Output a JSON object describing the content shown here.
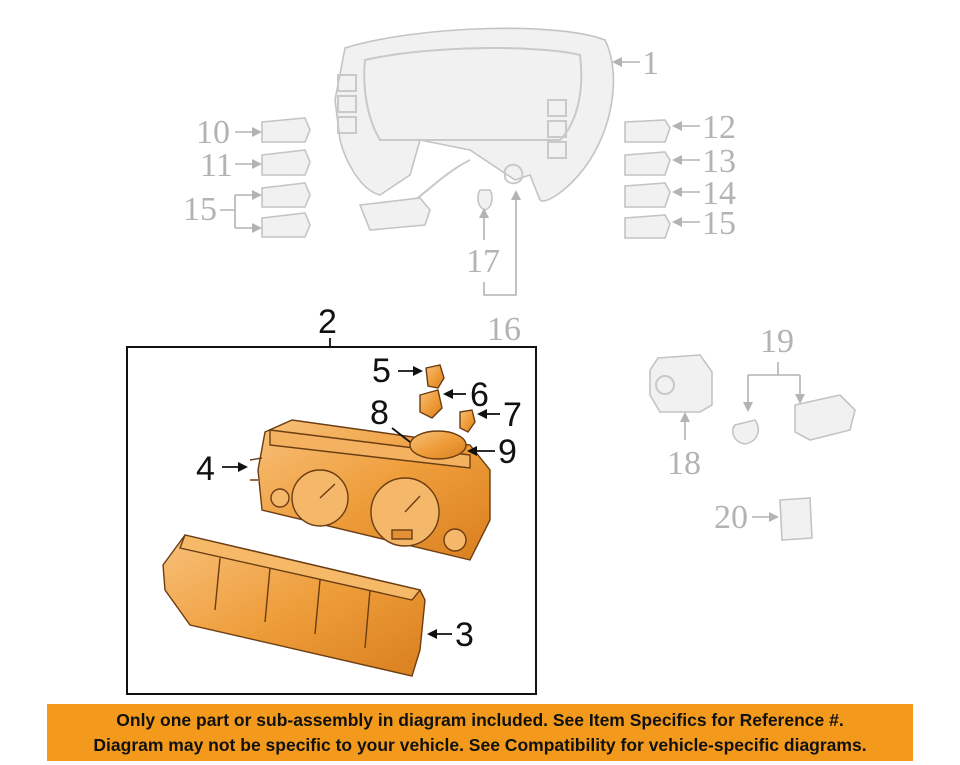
{
  "callouts": {
    "c1": "1",
    "c2": "2",
    "c3": "3",
    "c4": "4",
    "c5": "5",
    "c6": "6",
    "c7": "7",
    "c8": "8",
    "c9": "9",
    "c10": "10",
    "c11": "11",
    "c12": "12",
    "c13": "13",
    "c14": "14",
    "c15a": "15",
    "c15b": "15",
    "c16": "16",
    "c17": "17",
    "c18": "18",
    "c19": "19",
    "c20": "20"
  },
  "colors": {
    "highlight_part": "#f2a34a",
    "banner": "#f39a1d",
    "ghost_part": "#c9c9c9"
  },
  "banner": {
    "line1": "Only one part or sub-assembly in diagram included. See Item Specifics for Reference #.",
    "line2": "Diagram may not be specific to your vehicle. See Compatibility for vehicle-specific diagrams."
  }
}
